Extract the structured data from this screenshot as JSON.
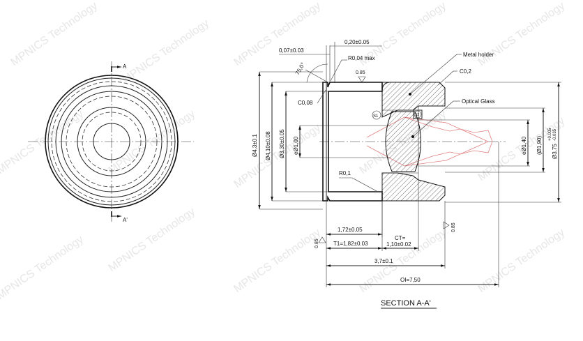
{
  "watermark": "MPNICS Technology",
  "front_view": {
    "section_mark_top": "A",
    "section_mark_bottom": "A'"
  },
  "section": {
    "title": "SECTION A-A'",
    "labels": {
      "metal_holder": "Metal holder",
      "optical_glass": "Optical Glass",
      "c02": "C0,2",
      "c008": "C0,08",
      "r004": "R0,04 max",
      "r01": "R0,1",
      "angle": "75,0°",
      "surface1": "S1",
      "surface2": "S2",
      "roughness": "0.85"
    },
    "dims": {
      "d_top1": "0,07±0.03",
      "d_top2": "0,20±0.05",
      "d_43": "Ø4,3±0.1",
      "d_410": "Ø4,10±0.08",
      "d_330": "Ø3,30±0.05",
      "d_e100": "eØ1,00",
      "d_e140": "eØ1,40",
      "d_190": "(Ø1,90)",
      "d_375": "Ø3,75",
      "d_375_tol_top": "+0.005",
      "d_375_tol_bot": "-0.035",
      "d_172": "1,72±0.05",
      "d_t1": "T1=1,82±0.03",
      "d_ct_label": "CT=",
      "d_ct": "1,10±0.02",
      "d_37": "3,7±0.1",
      "d_oi": "OI=7,50",
      "d_085_a": "0.85",
      "d_085_b": "0.85"
    }
  }
}
